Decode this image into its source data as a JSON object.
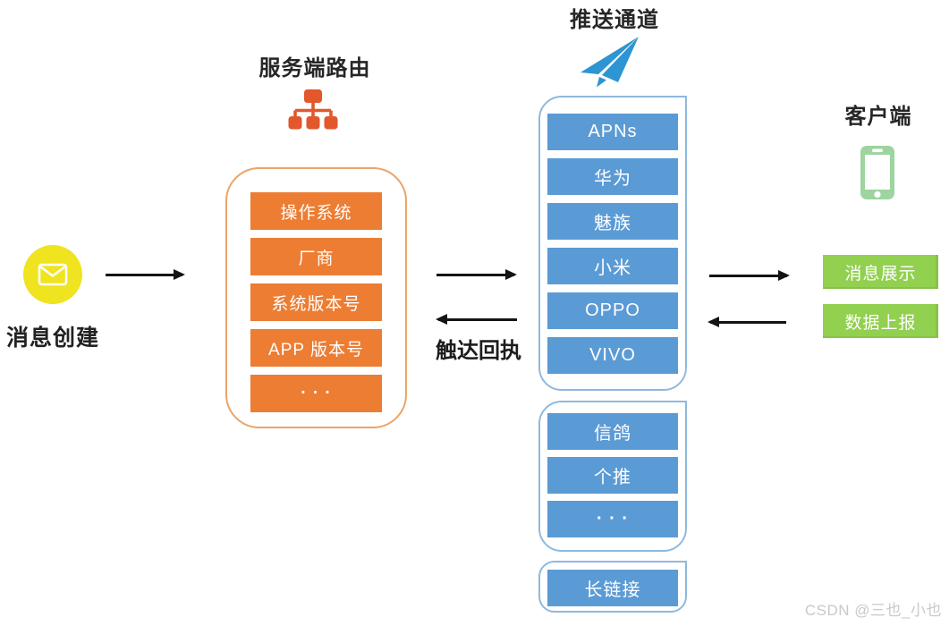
{
  "diagram": {
    "watermark": "CSDN @三也_小也",
    "message_create": {
      "label": "消息创建"
    },
    "server_routing": {
      "title": "服务端路由",
      "items": [
        "操作系统",
        "厂商",
        "系统版本号",
        "APP 版本号",
        "· · ·"
      ]
    },
    "push_channel": {
      "title": "推送通道",
      "vendor_channels": [
        "APNs",
        "华为",
        "魅族",
        "小米",
        "OPPO",
        "VIVO"
      ],
      "third_party_channels": [
        "信鸽",
        "个推",
        "· · ·"
      ],
      "long_connection": "长链接"
    },
    "client": {
      "title": "客户端",
      "actions": [
        "消息展示",
        "数据上报"
      ]
    },
    "labels": {
      "receipt": "触达回执"
    },
    "colors": {
      "orange": "#EC7D33",
      "orange_icon": "#E2572B",
      "orange_border": "#EBA467",
      "blue": "#5B9BD5",
      "blue_border": "#8FB9DE",
      "plane_blue": "#2C95D2",
      "green": "#92D050",
      "phone_green": "#9DD49F",
      "yellow": "#F0E31F",
      "arrow": "#141414"
    }
  }
}
